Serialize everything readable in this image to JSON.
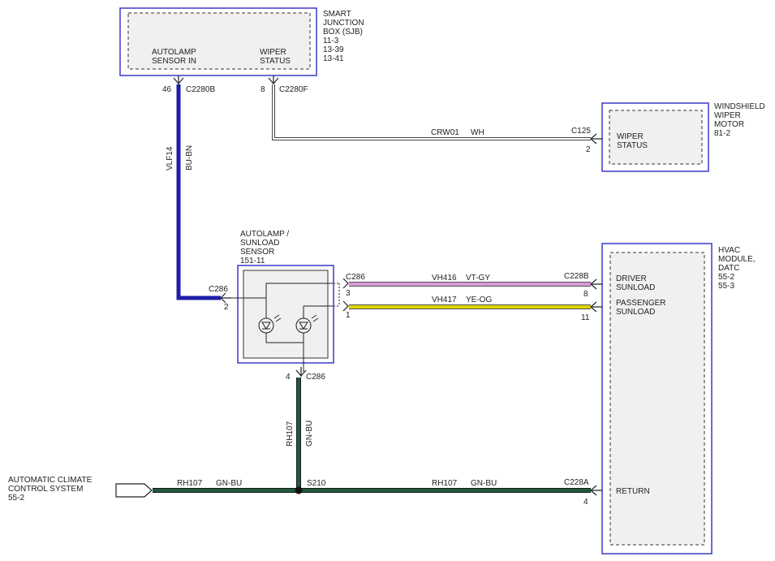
{
  "colors": {
    "bu_bn": "#1e1ea8",
    "vt_gy": "#d89ad8",
    "ye_og": "#e0d400",
    "gn_bu": "#1e5a3c",
    "wh": "#ffffff",
    "module_border": "#3a3ac8"
  },
  "sjb": {
    "title_lines": [
      "SMART",
      "JUNCTION",
      "BOX (SJB)",
      "11-3",
      "13-39",
      "13-41"
    ],
    "pin_autolamp": [
      "AUTOLAMP",
      "SENSOR IN"
    ],
    "pin_wiper": [
      "WIPER",
      "STATUS"
    ],
    "autolamp_pin_no": "46",
    "autolamp_connector": "C2280B",
    "wiper_pin_no": "8",
    "wiper_connector": "C2280F"
  },
  "wiper_motor": {
    "title_lines": [
      "WINDSHIELD",
      "WIPER",
      "MOTOR",
      "81-2"
    ],
    "pin_label": [
      "WIPER",
      "STATUS"
    ],
    "connector": "C125",
    "pin_no": "2"
  },
  "wire_crw01": {
    "circuit": "CRW01",
    "color": "WH"
  },
  "wire_vlf14": {
    "circuit": "VLF14",
    "color": "BU-BN"
  },
  "sensor": {
    "title_lines": [
      "AUTOLAMP /",
      "SUNLOAD",
      "SENSOR",
      "151-11"
    ],
    "left_connector": "C286",
    "left_pin": "2",
    "right_connector": "C286",
    "pin_top": "3",
    "pin_bottom": "1",
    "bottom_pin": "4",
    "bottom_connector": "C286"
  },
  "hvac": {
    "title_lines": [
      "HVAC",
      "MODULE,",
      "DATC",
      "55-2",
      "55-3"
    ],
    "driver_label": [
      "DRIVER",
      "SUNLOAD"
    ],
    "passenger_label": [
      "PASSENGER",
      "SUNLOAD"
    ],
    "return_label": "RETURN",
    "connector_b": "C228B",
    "pin_driver": "8",
    "pin_passenger": "11",
    "connector_a": "C228A",
    "pin_return": "4"
  },
  "wire_vh416": {
    "circuit": "VH416",
    "color": "VT-GY"
  },
  "wire_vh417": {
    "circuit": "VH417",
    "color": "YE-OG"
  },
  "wire_rh107_vertical": {
    "circuit": "RH107",
    "color": "GN-BU"
  },
  "wire_rh107_left": {
    "circuit": "RH107",
    "color": "GN-BU"
  },
  "wire_rh107_right": {
    "circuit": "RH107",
    "color": "GN-BU"
  },
  "splice": {
    "label": "S210"
  },
  "acc": {
    "title_lines": [
      "AUTOMATIC CLIMATE",
      "CONTROL SYSTEM",
      "55-2"
    ]
  }
}
